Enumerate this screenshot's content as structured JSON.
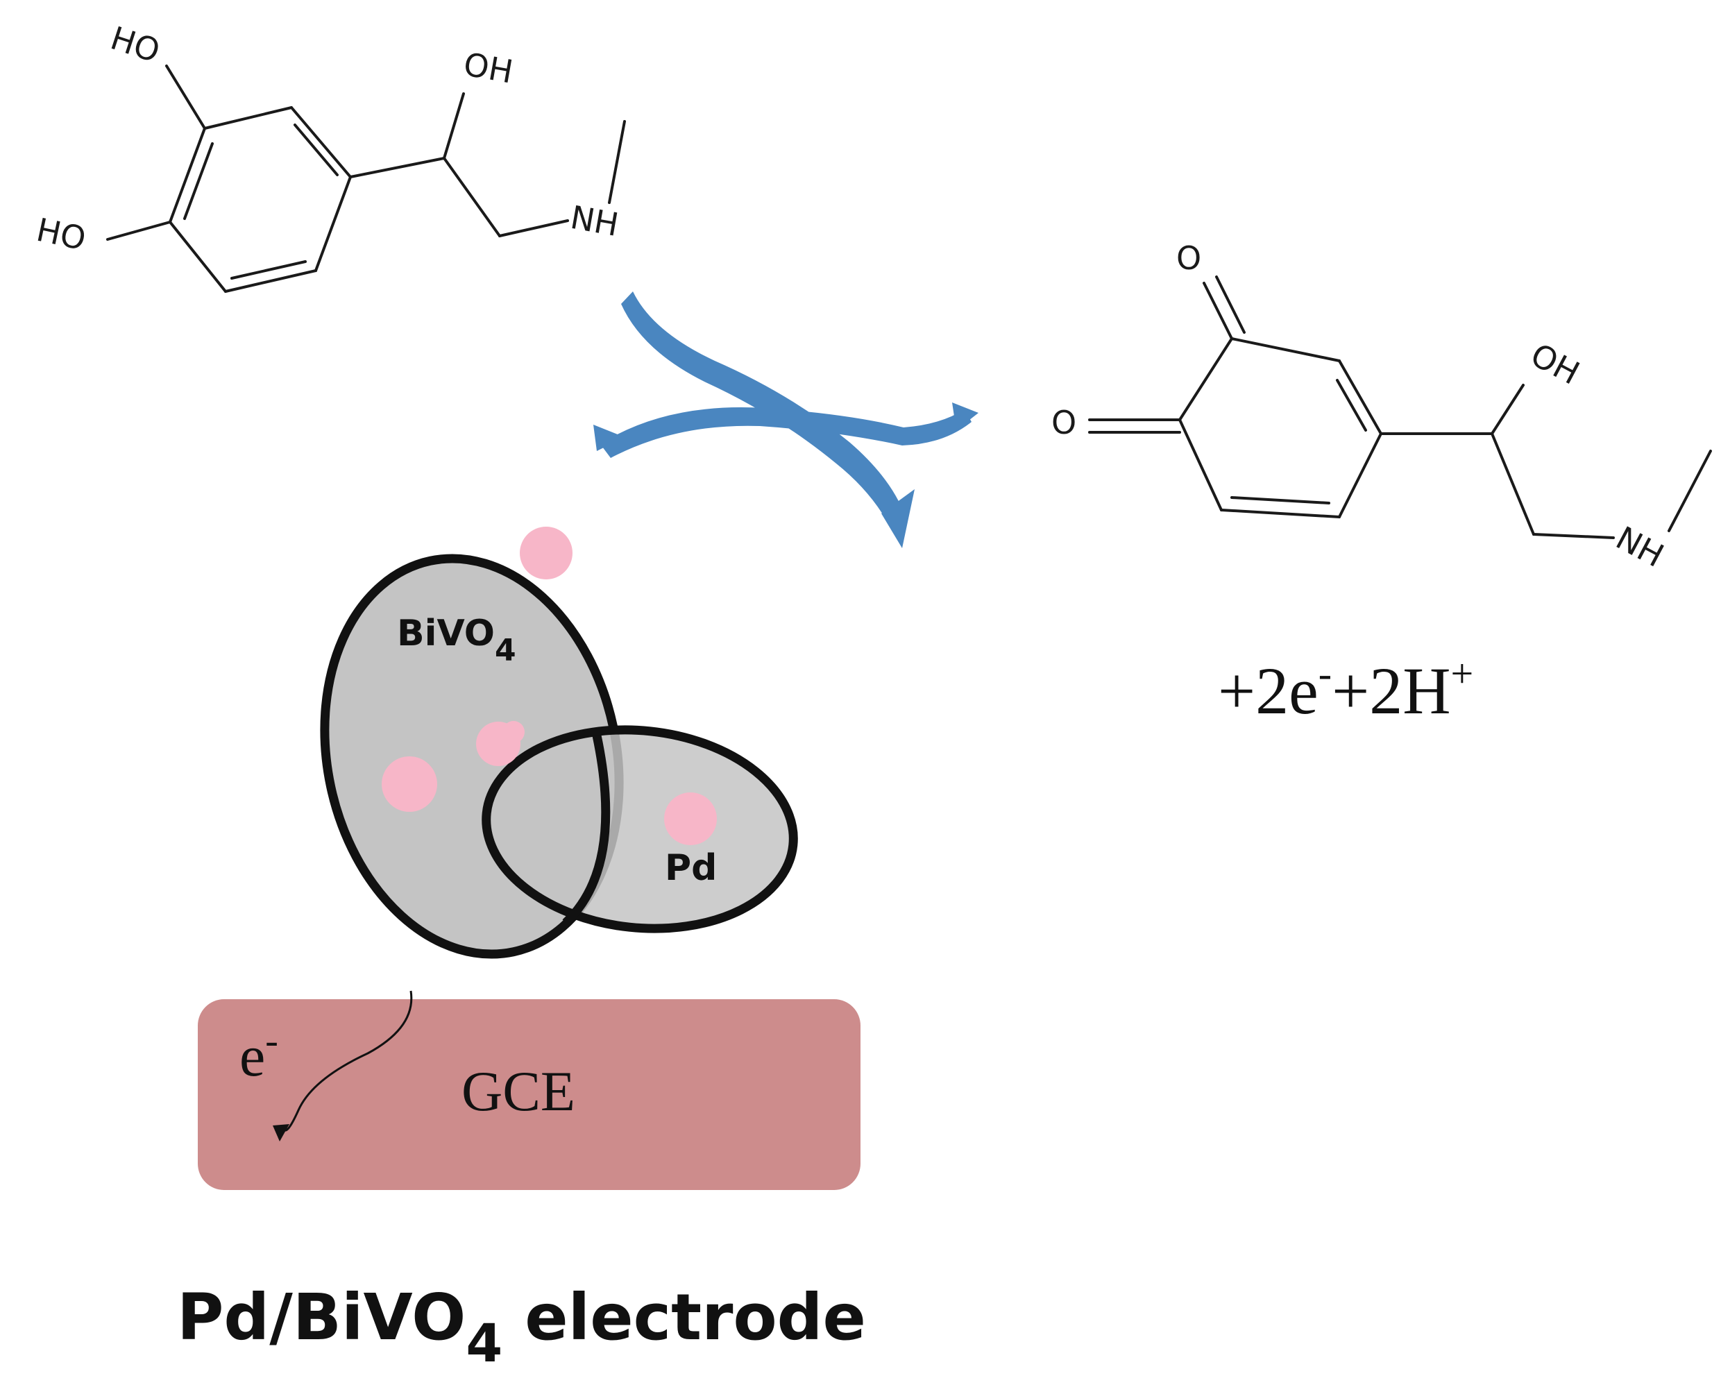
{
  "molecules": {
    "reactant": {
      "labels": {
        "oh_top": "HO",
        "oh_bottom": "HO",
        "oh_side": "OH",
        "amine": "NH"
      }
    },
    "product": {
      "labels": {
        "o_top": "O",
        "o_left": "O",
        "oh_side": "OH",
        "amine": "NH"
      }
    }
  },
  "reaction": {
    "byproducts": {
      "plus1": "+2e",
      "sup_e": "-",
      "plus2": "+2H",
      "sup_h": "+"
    }
  },
  "particles": {
    "bivo4": {
      "main": "BiVO",
      "sub": "4"
    },
    "pd": "Pd"
  },
  "electrode": {
    "label": "GCE",
    "electron": "e",
    "electron_sup": "-"
  },
  "caption": {
    "prefix": "Pd/BiVO",
    "sub": "4",
    "suffix": " electrode"
  },
  "colors": {
    "arrow": "#4a86c0",
    "pd_dot": "#f7b6c8",
    "particle_fill": "#c4c4c4",
    "gce_fill": "#cd8c8c",
    "outline": "#111111"
  }
}
